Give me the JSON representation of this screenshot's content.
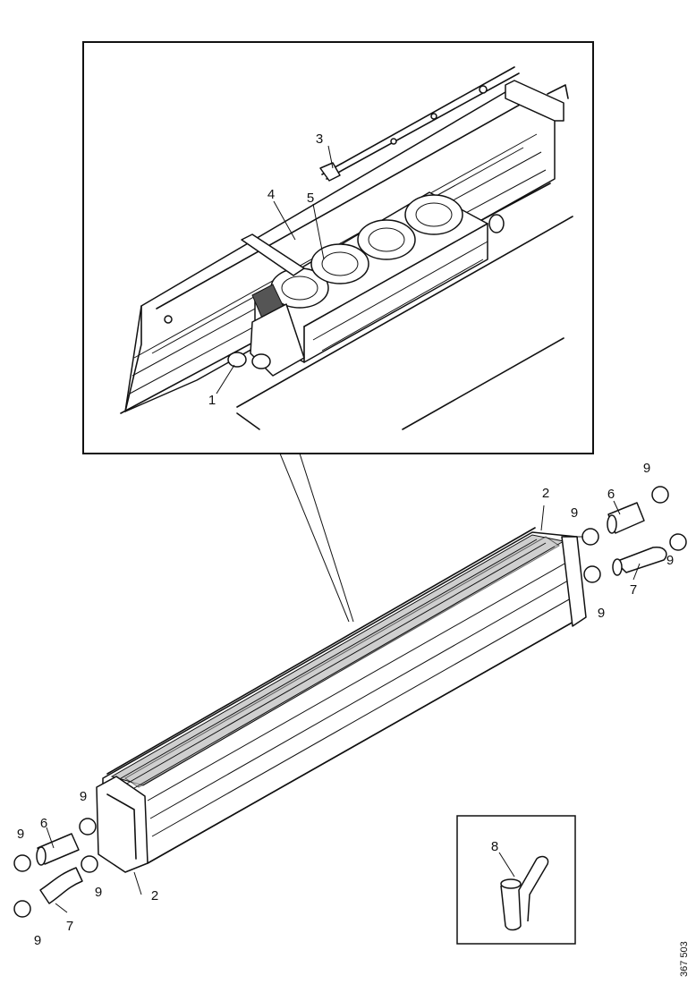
{
  "diagram": {
    "labels": {
      "inset": [
        "1",
        "3",
        "4",
        "5"
      ],
      "main": [
        "2",
        "2",
        "6",
        "6",
        "7",
        "7",
        "8",
        "9",
        "9",
        "9",
        "9",
        "9",
        "9",
        "9",
        "9"
      ]
    },
    "drawing_code": "367 503",
    "colors": {
      "ink": "#111111",
      "background": "#ffffff",
      "shade": "#cfcfcf"
    }
  }
}
